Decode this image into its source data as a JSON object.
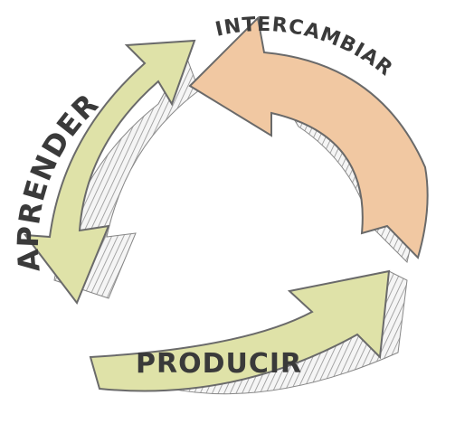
{
  "diagram": {
    "type": "cycle",
    "steps": [
      {
        "label": "APRENDER",
        "color": "#dfe2a8"
      },
      {
        "label": "INTERCAMBIAR",
        "color": "#f1c8a2"
      },
      {
        "label": "PRODUCIR",
        "color": "#dfe2a8"
      }
    ],
    "outline_color": "#6a6a6a"
  }
}
